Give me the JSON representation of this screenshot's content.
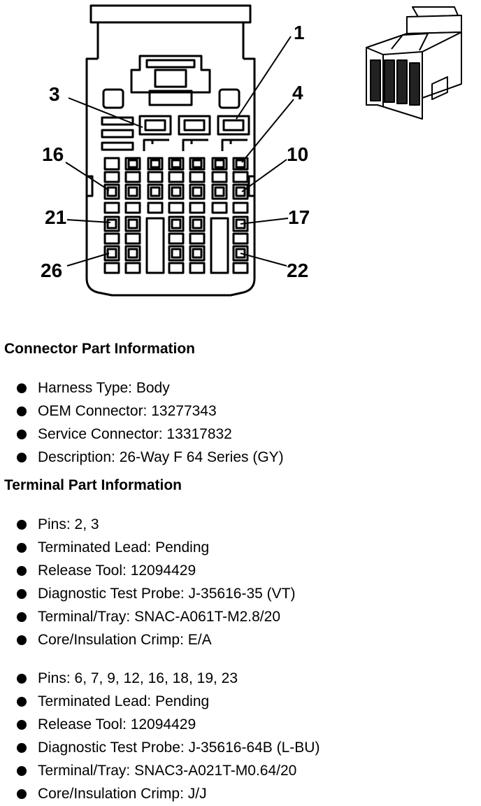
{
  "diagram": {
    "pin_labels": [
      "1",
      "3",
      "4",
      "16",
      "10",
      "21",
      "17",
      "26",
      "22"
    ]
  },
  "connector_section": {
    "title": "Connector Part Information",
    "items": [
      "Harness Type: Body",
      "OEM Connector: 13277343",
      "Service Connector: 13317832",
      "Description: 26-Way F 64 Series (GY)"
    ]
  },
  "terminal_section": {
    "title": "Terminal Part Information",
    "groups": [
      {
        "items": [
          "Pins: 2, 3",
          "Terminated Lead: Pending",
          "Release Tool: 12094429",
          "Diagnostic Test Probe: J-35616-35 (VT)",
          "Terminal/Tray: SNAC-A061T-M2.8/20",
          "Core/Insulation Crimp: E/A"
        ]
      },
      {
        "items": [
          "Pins: 6, 7, 9, 12, 16, 18, 19, 23",
          "Terminated Lead: Pending",
          "Release Tool: 12094429",
          "Diagnostic Test Probe: J-35616-64B (L-BU)",
          "Terminal/Tray: SNAC3-A021T-M0.64/20",
          "Core/Insulation Crimp: J/J"
        ]
      }
    ]
  }
}
